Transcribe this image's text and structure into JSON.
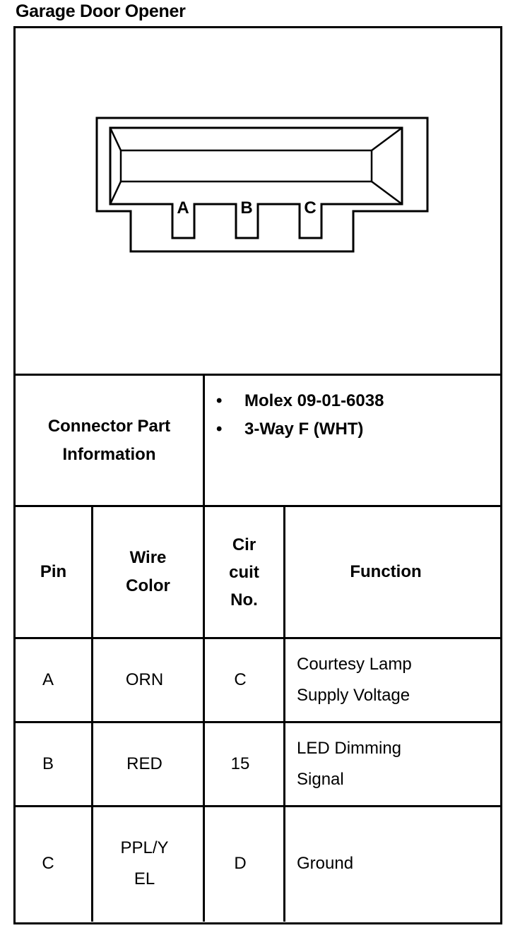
{
  "title": "Garage Door Opener",
  "diagram": {
    "pins": [
      "A",
      "B",
      "C"
    ]
  },
  "connector_info": {
    "label": "Connector Part Information",
    "label_line1": "Connector Part",
    "label_line2": "Information",
    "items": [
      "Molex 09-01-6038",
      "3-Way F (WHT)"
    ],
    "bullet": "•"
  },
  "table": {
    "headers": {
      "pin": "Pin",
      "wire_color_1": "Wire",
      "wire_color_2": "Color",
      "circuit_1": "Cir",
      "circuit_2": "cuit",
      "circuit_3": "No.",
      "function": "Function"
    },
    "rows": [
      {
        "pin": "A",
        "wire_color": [
          "ORN"
        ],
        "circuit": "C",
        "function": [
          "Courtesy Lamp",
          "Supply Voltage"
        ]
      },
      {
        "pin": "B",
        "wire_color": [
          "RED"
        ],
        "circuit": "15",
        "function": [
          "LED Dimming",
          "Signal"
        ]
      },
      {
        "pin": "C",
        "wire_color": [
          "PPL/Y",
          "EL"
        ],
        "circuit": "D",
        "function": [
          "Ground"
        ]
      }
    ]
  }
}
